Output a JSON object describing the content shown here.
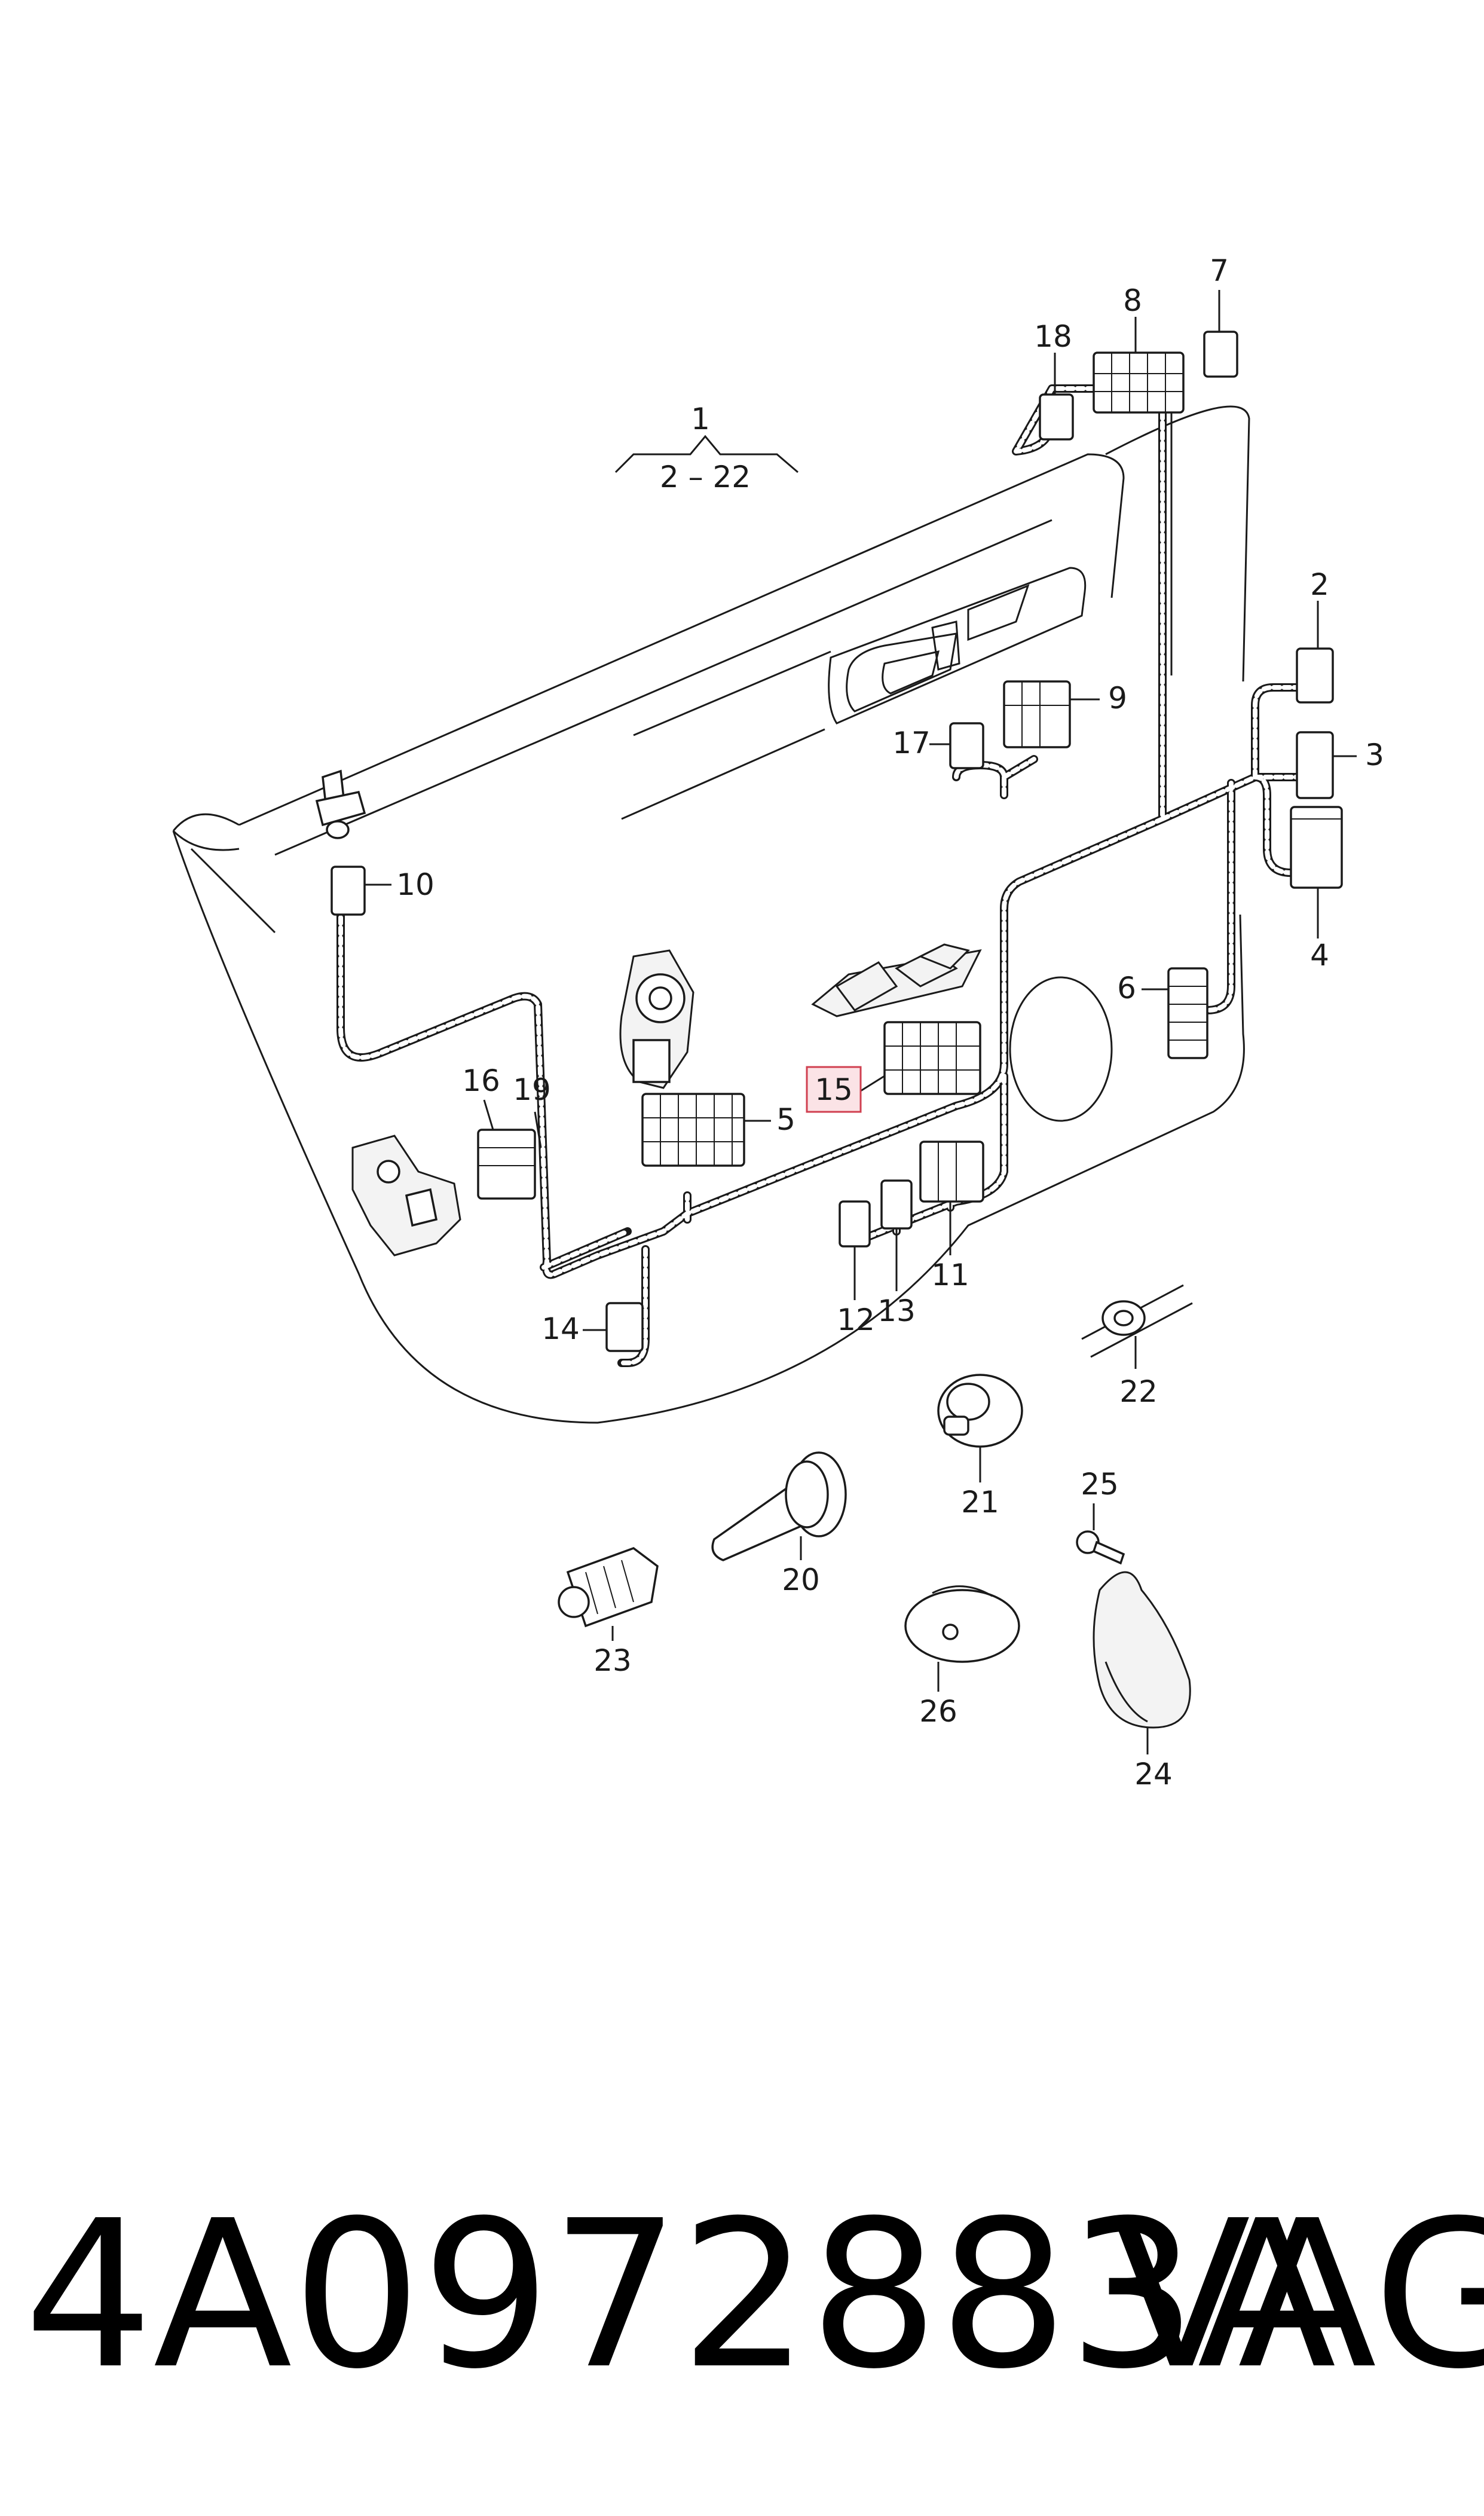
{
  "diagram": {
    "assembly_label": "1",
    "assembly_range": "2 – 22",
    "callouts": [
      {
        "id": "c2",
        "label": "2"
      },
      {
        "id": "c3",
        "label": "3"
      },
      {
        "id": "c4",
        "label": "4"
      },
      {
        "id": "c5",
        "label": "5"
      },
      {
        "id": "c6",
        "label": "6"
      },
      {
        "id": "c7",
        "label": "7"
      },
      {
        "id": "c8",
        "label": "8"
      },
      {
        "id": "c9",
        "label": "9"
      },
      {
        "id": "c10",
        "label": "10"
      },
      {
        "id": "c11",
        "label": "11"
      },
      {
        "id": "c12",
        "label": "12"
      },
      {
        "id": "c13",
        "label": "13"
      },
      {
        "id": "c14",
        "label": "14"
      },
      {
        "id": "c15",
        "label": "15",
        "highlighted": true
      },
      {
        "id": "c16",
        "label": "16"
      },
      {
        "id": "c17",
        "label": "17"
      },
      {
        "id": "c18",
        "label": "18"
      },
      {
        "id": "c19",
        "label": "19"
      },
      {
        "id": "c20",
        "label": "20"
      },
      {
        "id": "c21",
        "label": "21"
      },
      {
        "id": "c22",
        "label": "22"
      },
      {
        "id": "c23",
        "label": "23"
      },
      {
        "id": "c24",
        "label": "24"
      },
      {
        "id": "c25",
        "label": "25"
      },
      {
        "id": "c26",
        "label": "26"
      }
    ],
    "highlight_color": "#fbe3e6"
  },
  "footer": {
    "part_number": "4A0972883A",
    "brand": "VAG"
  }
}
